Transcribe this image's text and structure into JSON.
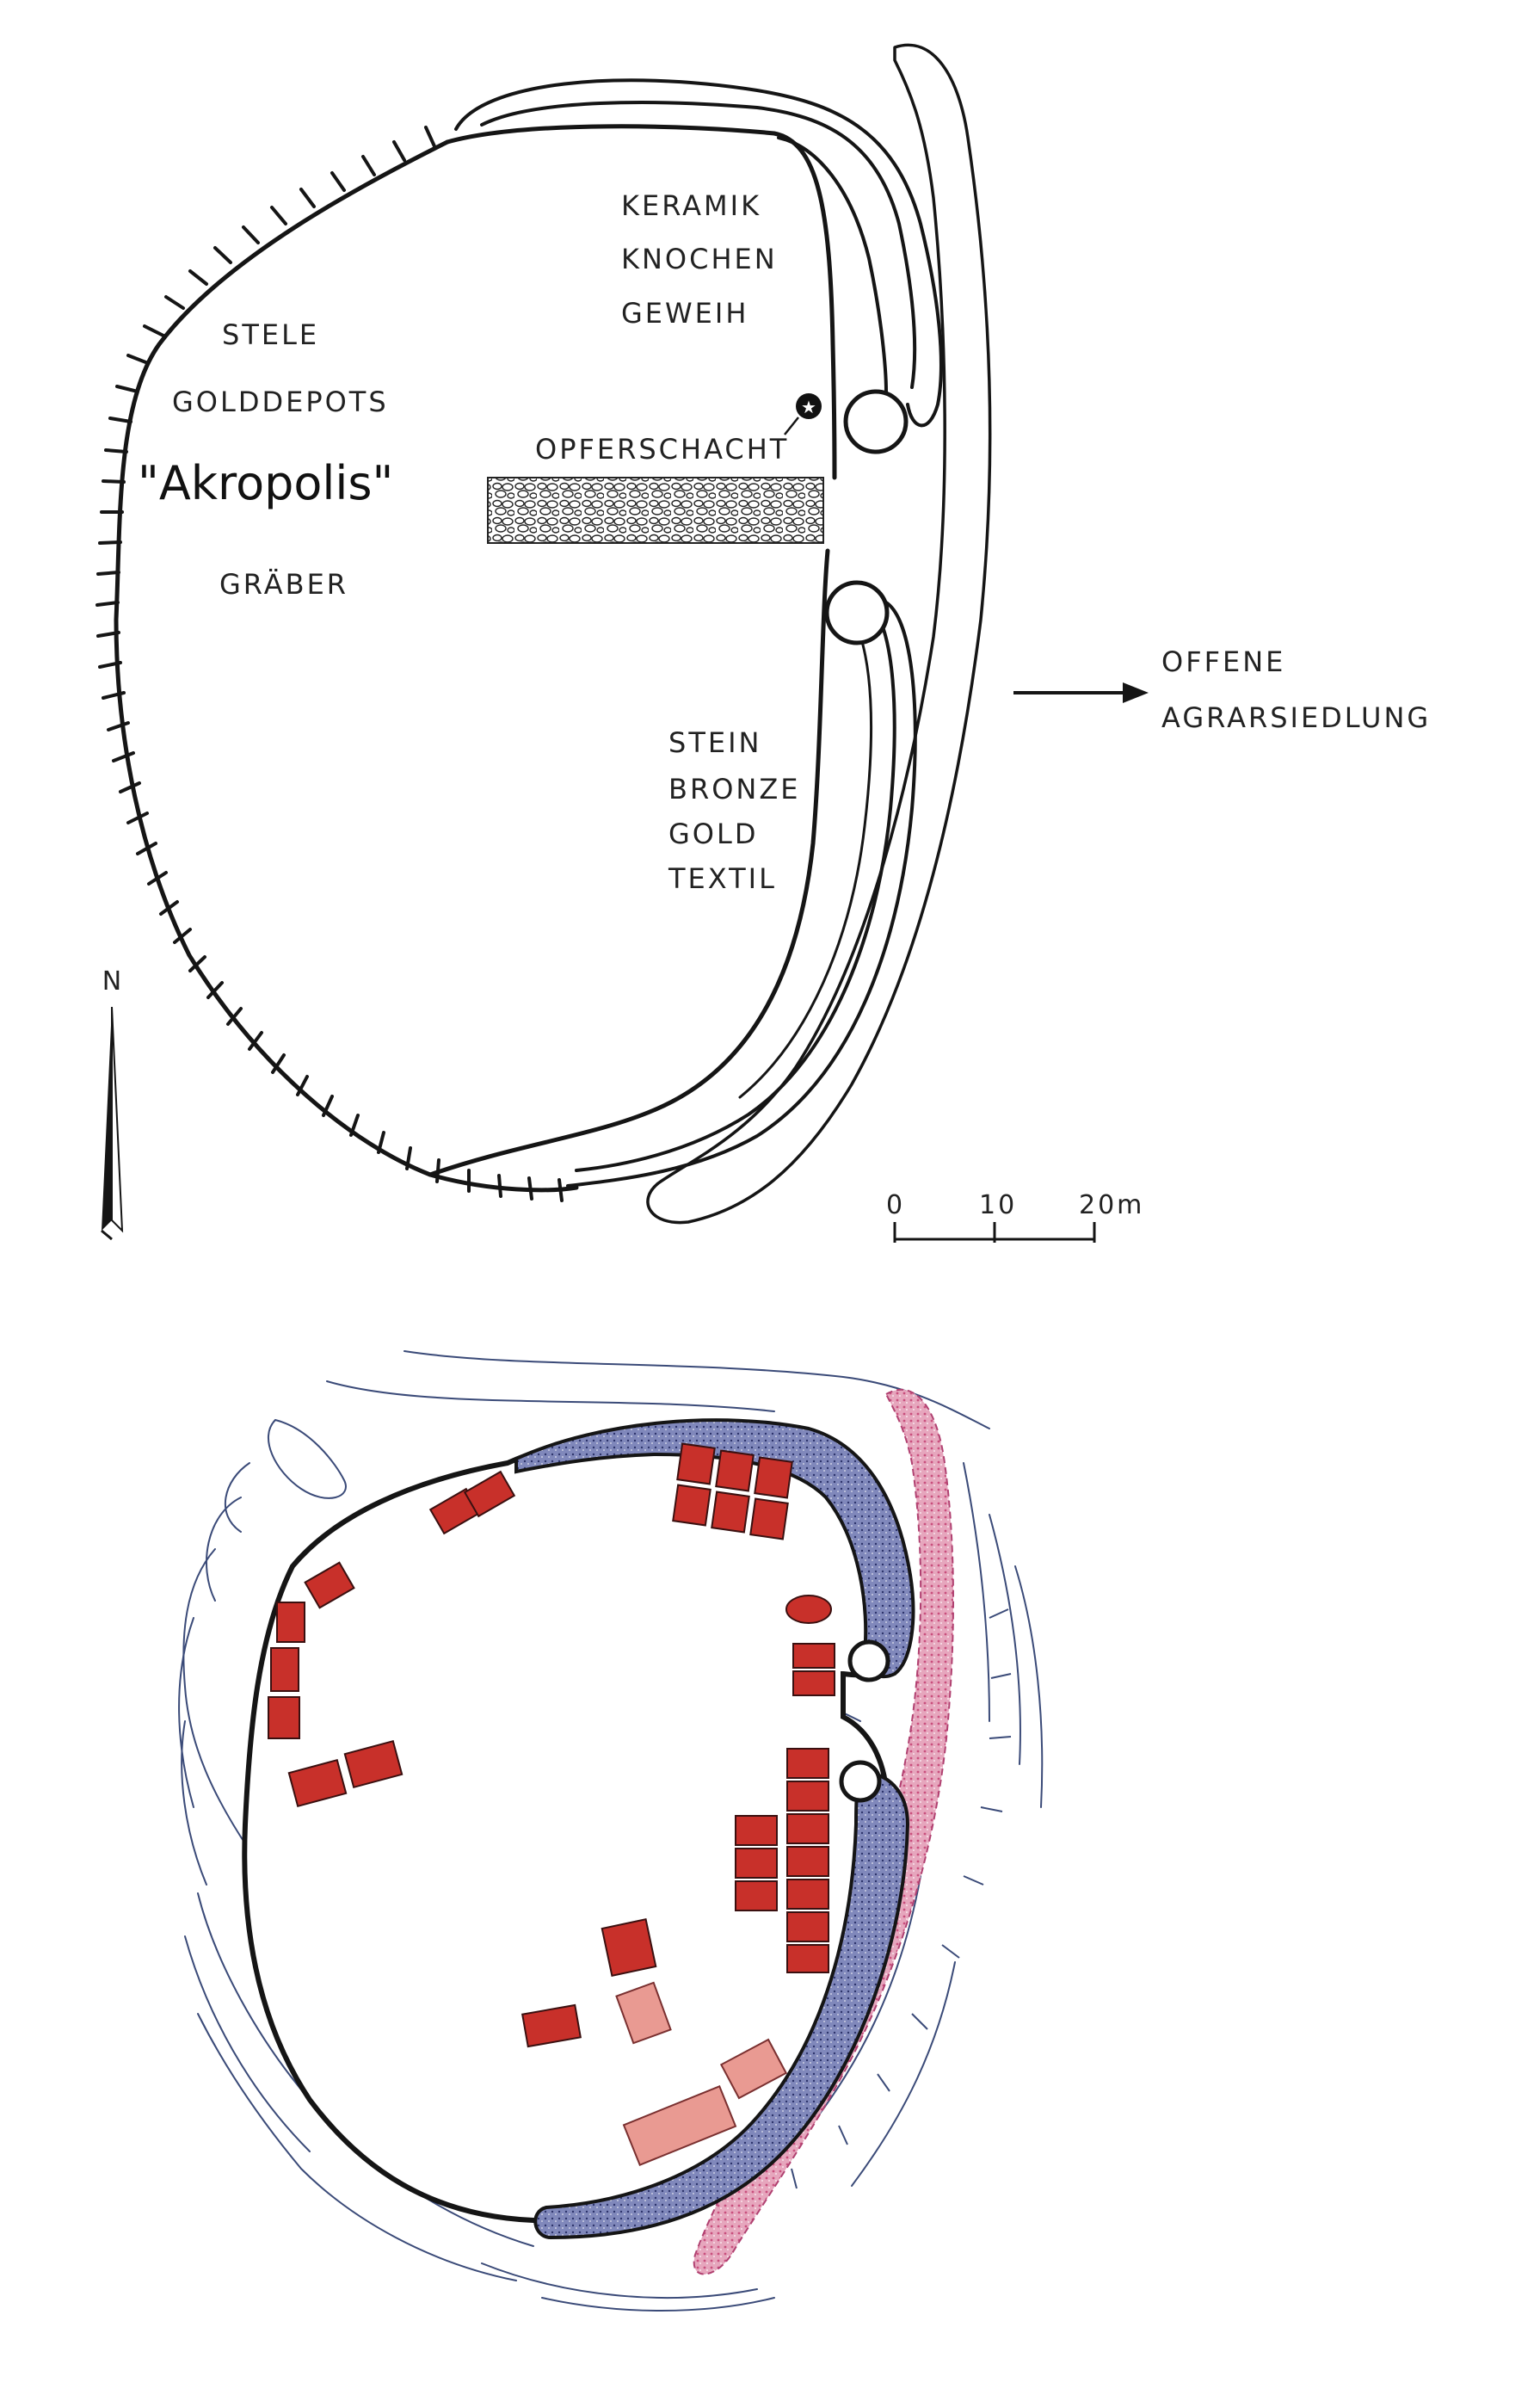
{
  "upper_plan": {
    "labels": {
      "keramik": "KERAMIK",
      "knochen": "KNOCHEN",
      "geweih": "GEWEIH",
      "stele": "STELE",
      "golddepots": "GOLDDEPOTS",
      "akropolis": "\"Akropolis\"",
      "opferschacht": "OPFERSCHACHT",
      "graeber": "GRÄBER",
      "stein": "STEIN",
      "bronze": "BRONZE",
      "gold": "GOLD",
      "textil": "TEXTIL",
      "offene": "OFFENE",
      "agrarsiedlung": "AGRARSIEDLUNG"
    },
    "north": "N",
    "scale": {
      "t0": "0",
      "t1": "10",
      "t2": "20m"
    }
  },
  "colors": {
    "house": "#c8302a",
    "house_light": "#e99a92",
    "wall_fill": "#7f86b8",
    "contour": "#3a4a78",
    "outer_bank": "#d5769b"
  }
}
